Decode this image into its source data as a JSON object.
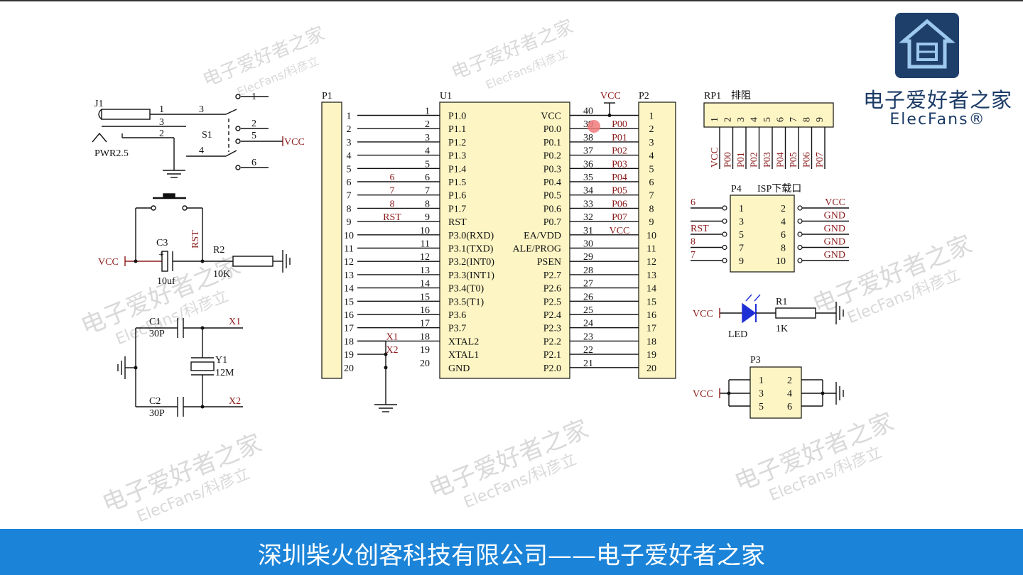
{
  "brand": {
    "name_cn": "电子爱好者之家",
    "name_en": "ElecFans®",
    "watermark_cn": "电子爱好者之家",
    "watermark_en": "ElecFans/科彦立",
    "colors": {
      "footer": "#1c84d8",
      "logo": "#1a3a66",
      "wire": "#8b1a1a",
      "component": "#fdf5c4"
    }
  },
  "footer": {
    "text": "深圳柴火创客科技有限公司——电子爱好者之家"
  },
  "schematic": {
    "power": {
      "j1": "J1",
      "jack": "PWR2.5",
      "s1": "S1",
      "vcc": "VCC",
      "jack_pins": [
        "1",
        "3",
        "2"
      ],
      "switch_pins": [
        "3",
        "4"
      ],
      "switch_contacts": [
        "1",
        "2",
        "5",
        "6"
      ]
    },
    "reset": {
      "rst": "RST",
      "vcc": "VCC",
      "c3": "C3",
      "c3_val": "10uf",
      "r2": "R2",
      "r2_val": "10K",
      "plus": "+"
    },
    "crystal": {
      "c1": "C1",
      "c1_val": "30P",
      "c2": "C2",
      "c2_val": "30P",
      "y1": "Y1",
      "y1_val": "12M",
      "x1": "X1",
      "x2": "X2"
    },
    "p1": {
      "label": "P1"
    },
    "p2": {
      "label": "P2"
    },
    "u1": {
      "label": "U1",
      "vcc_top": "VCC",
      "left_pins": [
        {
          "num": "1",
          "name": "P1.0",
          "net": ""
        },
        {
          "num": "2",
          "name": "P1.1",
          "net": ""
        },
        {
          "num": "3",
          "name": "P1.2",
          "net": ""
        },
        {
          "num": "4",
          "name": "P1.3",
          "net": ""
        },
        {
          "num": "5",
          "name": "P1.4",
          "net": ""
        },
        {
          "num": "6",
          "name": "P1.5",
          "net": "6"
        },
        {
          "num": "7",
          "name": "P1.6",
          "net": "7"
        },
        {
          "num": "8",
          "name": "P1.7",
          "net": "8"
        },
        {
          "num": "9",
          "name": "RST",
          "net": "RST"
        },
        {
          "num": "10",
          "name": "P3.0(RXD)",
          "net": ""
        },
        {
          "num": "11",
          "name": "P3.1(TXD)",
          "net": ""
        },
        {
          "num": "12",
          "name": "P3.2(INT0)",
          "net": ""
        },
        {
          "num": "13",
          "name": "P3.3(INT1)",
          "net": ""
        },
        {
          "num": "14",
          "name": "P3.4(T0)",
          "net": ""
        },
        {
          "num": "15",
          "name": "P3.5(T1)",
          "net": ""
        },
        {
          "num": "16",
          "name": "P3.6",
          "net": ""
        },
        {
          "num": "17",
          "name": "P3.7",
          "net": ""
        },
        {
          "num": "18",
          "name": "XTAL2",
          "net": "X1"
        },
        {
          "num": "19",
          "name": "XTAL1",
          "net": "X2"
        },
        {
          "num": "20",
          "name": "GND",
          "net": ""
        }
      ],
      "right_pins": [
        {
          "num": "40",
          "name": "VCC",
          "net": ""
        },
        {
          "num": "39",
          "name": "P0.0",
          "net": "P00"
        },
        {
          "num": "38",
          "name": "P0.1",
          "net": "P01"
        },
        {
          "num": "37",
          "name": "P0.2",
          "net": "P02"
        },
        {
          "num": "36",
          "name": "P0.3",
          "net": "P03"
        },
        {
          "num": "35",
          "name": "P0.4",
          "net": "P04"
        },
        {
          "num": "34",
          "name": "P0.5",
          "net": "P05"
        },
        {
          "num": "33",
          "name": "P0.6",
          "net": "P06"
        },
        {
          "num": "32",
          "name": "P0.7",
          "net": "P07"
        },
        {
          "num": "31",
          "name": "EA/VDD",
          "net": "VCC"
        },
        {
          "num": "30",
          "name": "ALE/PROG",
          "net": ""
        },
        {
          "num": "29",
          "name": "PSEN",
          "net": ""
        },
        {
          "num": "28",
          "name": "P2.7",
          "net": ""
        },
        {
          "num": "27",
          "name": "P2.6",
          "net": ""
        },
        {
          "num": "26",
          "name": "P2.5",
          "net": ""
        },
        {
          "num": "25",
          "name": "P2.4",
          "net": ""
        },
        {
          "num": "24",
          "name": "P2.3",
          "net": ""
        },
        {
          "num": "23",
          "name": "P2.2",
          "net": ""
        },
        {
          "num": "22",
          "name": "P2.1",
          "net": ""
        },
        {
          "num": "21",
          "name": "P2.0",
          "net": ""
        }
      ]
    },
    "rp1": {
      "label": "RP1",
      "desc": "排阻",
      "pins": [
        "1",
        "2",
        "3",
        "4",
        "5",
        "6",
        "7",
        "8",
        "9"
      ],
      "nets": [
        "VCC",
        "P00",
        "P01",
        "P02",
        "P03",
        "P04",
        "P05",
        "P06",
        "P07"
      ]
    },
    "p4": {
      "label": "P4",
      "desc": "ISP下载口",
      "rows": [
        {
          "l": "1",
          "r": "2",
          "ln": "6",
          "rn": "VCC"
        },
        {
          "l": "3",
          "r": "4",
          "ln": "",
          "rn": "GND"
        },
        {
          "l": "5",
          "r": "6",
          "ln": "RST",
          "rn": "GND"
        },
        {
          "l": "7",
          "r": "8",
          "ln": "8",
          "rn": "GND"
        },
        {
          "l": "9",
          "r": "10",
          "ln": "7",
          "rn": "GND"
        }
      ]
    },
    "led": {
      "vcc": "VCC",
      "led": "LED",
      "r1": "R1",
      "r1_val": "1K"
    },
    "p3": {
      "label": "P3",
      "vcc": "VCC",
      "rows": [
        {
          "l": "1",
          "r": "2"
        },
        {
          "l": "3",
          "r": "4"
        },
        {
          "l": "5",
          "r": "6"
        }
      ]
    }
  }
}
